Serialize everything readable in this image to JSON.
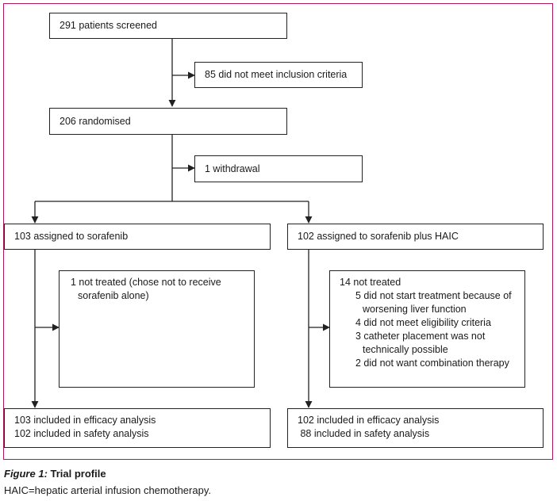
{
  "diagram": {
    "screened": "291 patients screened",
    "excluded": "85 did not meet inclusion criteria",
    "randomised": "206 randomised",
    "withdrawal": "1 withdrawal",
    "arm_left": {
      "assigned": "103 assigned to sorafenib",
      "not_treated_lines": [
        "1 not treated (chose not to receive",
        "sorafenib alone)"
      ],
      "analysis": [
        "103 included in efficacy analysis",
        "102 included in safety analysis"
      ]
    },
    "arm_right": {
      "assigned": "102 assigned to sorafenib plus HAIC",
      "not_treated_header": "14 not treated",
      "reasons": [
        [
          "5 did not start treatment because of",
          "worsening liver function"
        ],
        [
          "4 did not meet eligibility criteria"
        ],
        [
          "3 catheter placement was not",
          "technically possible"
        ],
        [
          "2 did not want combination therapy"
        ]
      ],
      "analysis": [
        "102 included in efficacy analysis",
        " 88 included in safety analysis"
      ]
    }
  },
  "caption": {
    "figure_label": "Figure 1:",
    "title": " Trial profile",
    "note": "HAIC=hepatic arterial infusion chemotherapy."
  },
  "colors": {
    "frame": "#b0155f",
    "lines": "#222222"
  }
}
